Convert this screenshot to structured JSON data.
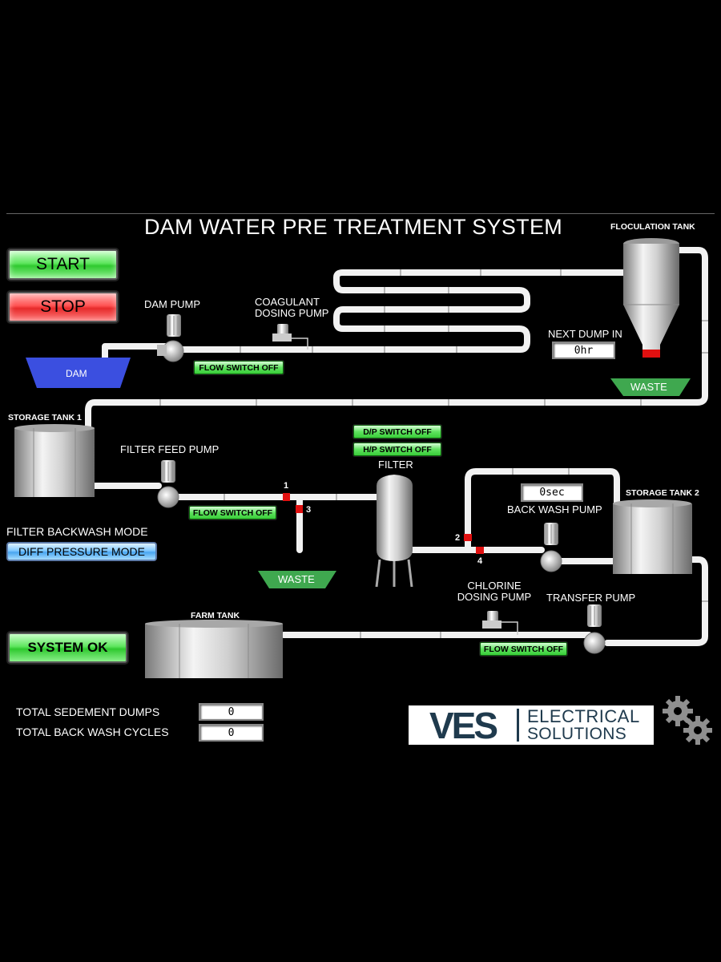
{
  "title": "DAM WATER PRE TREATMENT SYSTEM",
  "controls": {
    "start_label": "START",
    "stop_label": "STOP",
    "system_status": "SYSTEM OK",
    "backwash_mode_label": "FILTER BACKWASH MODE",
    "backwash_mode_value": "DIFF PRESSURE MODE"
  },
  "equipment": {
    "dam": "DAM",
    "dam_pump": "DAM PUMP",
    "coagulant_pump_l1": "COAGULANT",
    "coagulant_pump_l2": "DOSING PUMP",
    "floculation_tank": "FLOCULATION TANK",
    "next_dump_label": "NEXT DUMP IN",
    "next_dump_value": "0hr",
    "waste_1": "WASTE",
    "waste_2": "WASTE",
    "storage_tank_1": "STORAGE TANK 1",
    "filter_feed_pump": "FILTER FEED PUMP",
    "filter": "FILTER",
    "storage_tank_2": "STORAGE TANK 2",
    "back_wash_pump": "BACK WASH PUMP",
    "back_wash_timer": "0sec",
    "farm_tank": "FARM TANK",
    "chlorine_pump_l1": "CHLORINE",
    "chlorine_pump_l2": "DOSING PUMP",
    "transfer_pump": "TRANSFER PUMP"
  },
  "switches": {
    "dam_flow": "FLOW SWITCH OFF",
    "filter_feed_flow": "FLOW SWITCH OFF",
    "transfer_flow": "FLOW SWITCH OFF",
    "dp_switch": "D/P SWITCH OFF",
    "hp_switch": "H/P SWITCH OFF"
  },
  "valves": {
    "v1": "1",
    "v2": "2",
    "v3": "3",
    "v4": "4"
  },
  "counters": {
    "sediment_dumps_label": "TOTAL SEDEMENT DUMPS",
    "sediment_dumps_value": "0",
    "backwash_cycles_label": "TOTAL BACK WASH CYCLES",
    "backwash_cycles_value": "0"
  },
  "logo": {
    "mark": "VES",
    "line1": "ELECTRICAL",
    "line2": "SOLUTIONS"
  },
  "colors": {
    "pipe": "#f2f2f2",
    "pipe_joint": "#9a9a9a",
    "dam": "#3b4fe0",
    "waste": "#3fa84f",
    "valve": "#e01010",
    "ok_green": "#4fe04f",
    "stop_red": "#ff4a4a",
    "mode_blue": "#6bbcff",
    "logo_navy": "#1f3a4d"
  }
}
